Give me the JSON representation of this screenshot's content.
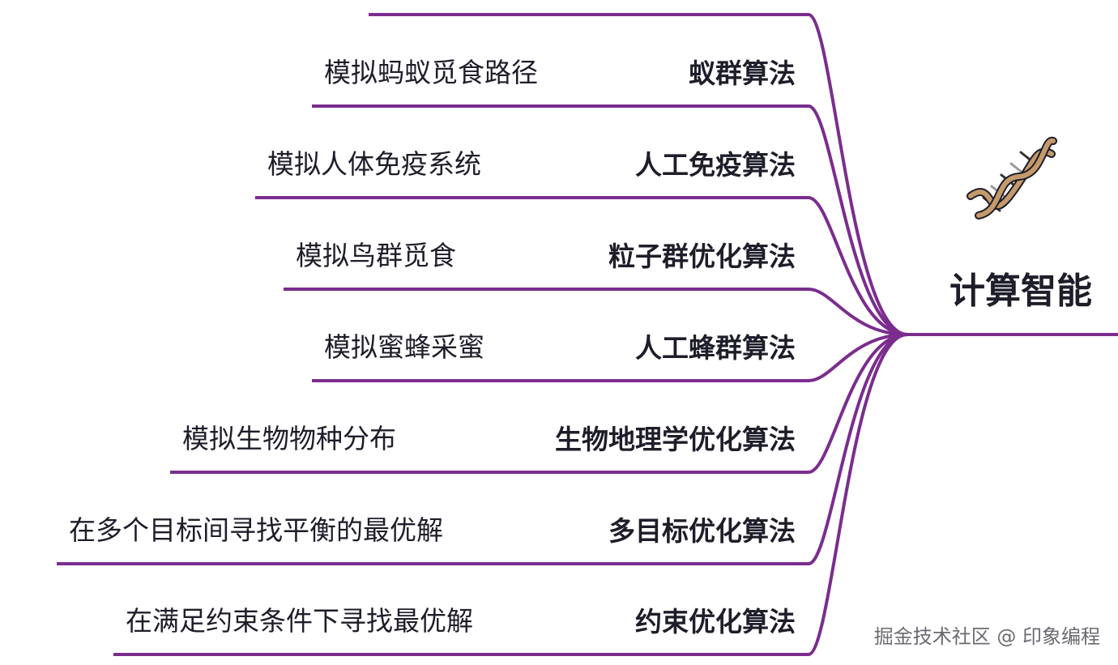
{
  "root": {
    "label": "计算智能",
    "icon": "dna-icon"
  },
  "branches": [
    {
      "name": "蚁群算法",
      "description": "模拟蚂蚁觅食路径"
    },
    {
      "name": "人工免疫算法",
      "description": "模拟人体免疫系统"
    },
    {
      "name": "粒子群优化算法",
      "description": "模拟鸟群觅食"
    },
    {
      "name": "人工蜂群算法",
      "description": "模拟蜜蜂采蜜"
    },
    {
      "name": "生物地理学优化算法",
      "description": "模拟生物物种分布"
    },
    {
      "name": "多目标优化算法",
      "description": "在多个目标间寻找平衡的最优解"
    },
    {
      "name": "约束优化算法",
      "description": "在满足约束条件下寻找最优解"
    }
  ],
  "watermark": "掘金技术社区 @ 印象编程",
  "colors": {
    "line": "#7b2d8e",
    "text": "#1e1e2a",
    "watermark": "#6b6b72"
  }
}
